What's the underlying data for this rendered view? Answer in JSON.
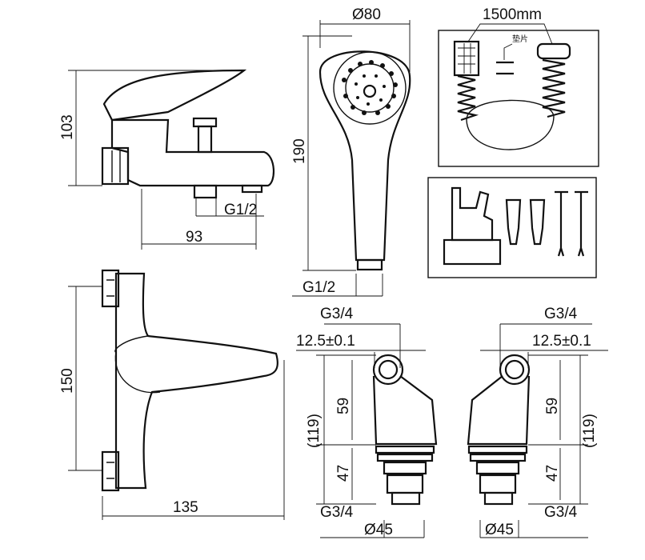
{
  "labels": {
    "dia80": "Ø80",
    "hose_length": "1500mm",
    "washer": "垫片",
    "height_103": "103",
    "head_length_190": "190",
    "spout_thread": "G1/2",
    "spout_reach_93": "93",
    "handshower_thread": "G1/2",
    "body_length_150": "150",
    "width_135": "135",
    "eccentric_left": {
      "top_thread": "G3/4",
      "tolerance": "12.5±0.1",
      "dim_59": "59",
      "dim_119": "(119)",
      "dim_47": "47",
      "bottom_thread": "G3/4",
      "flange_dia": "Ø45"
    },
    "eccentric_right": {
      "top_thread": "G3/4",
      "tolerance": "12.5±0.1",
      "dim_59": "59",
      "dim_119": "(119)",
      "dim_47": "47",
      "bottom_thread": "G3/4",
      "flange_dia": "Ø45"
    }
  }
}
